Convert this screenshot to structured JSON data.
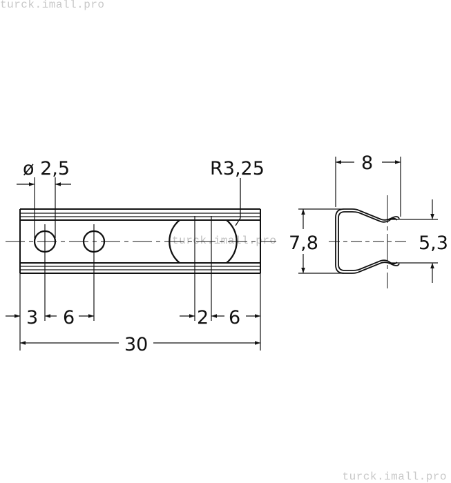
{
  "watermarks": {
    "top_left": "turck.imall.pro",
    "center": "turck.imall.pro",
    "bottom_right": "turck.imall.pro"
  },
  "drawing": {
    "title": "Mounting rail technical drawing",
    "line_color": "#111111",
    "side_view": {
      "hole_diameter_label": "ø 2,5",
      "radius_label": "R3,25",
      "dim_3": "3",
      "dim_6_left": "6",
      "dim_2": "2",
      "dim_6_right": "6",
      "overall_length": "30"
    },
    "end_view": {
      "width_label": "8",
      "height_label": "7,8",
      "opening_label": "5,3"
    }
  }
}
